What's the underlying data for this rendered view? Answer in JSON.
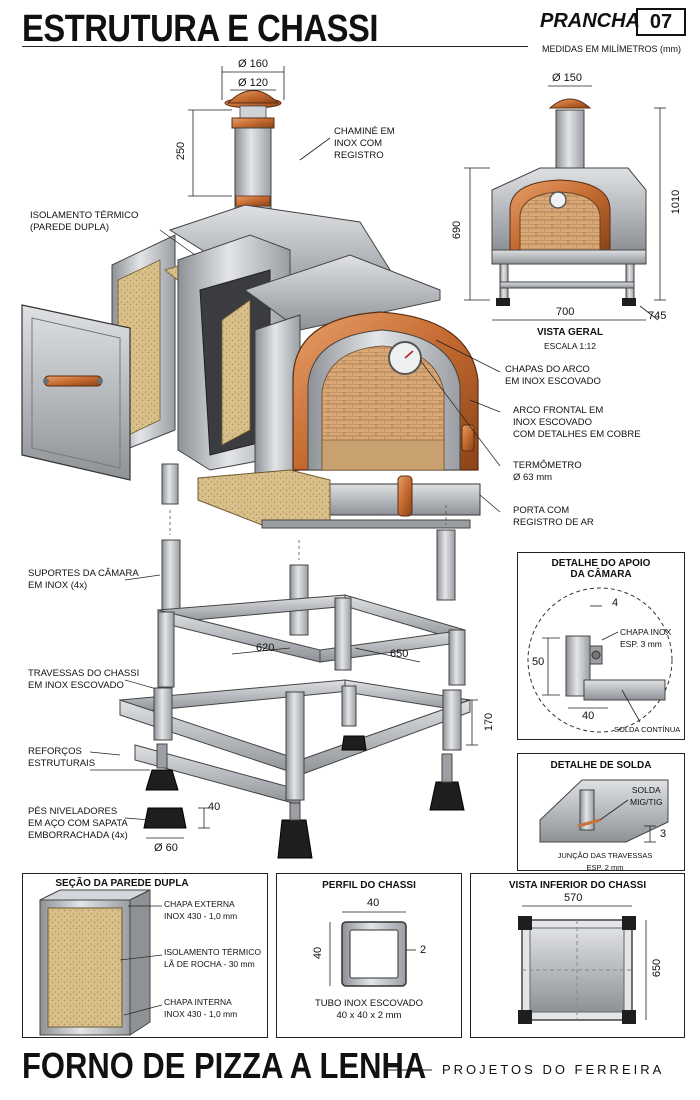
{
  "header": {
    "title": "ESTRUTURA E CHASSI",
    "prancha_label": "PRANCHA",
    "prancha_number": "07",
    "units_note": "MEDIDAS EM MILÍMETROS (mm)"
  },
  "main_dims": {
    "chimney_outer": "Ø 160",
    "chimney_inner": "Ø 120",
    "chimney_height": "250",
    "chassis_width": "620",
    "chassis_depth": "650",
    "leg_height": "170",
    "foot_height": "40",
    "foot_diameter": "Ø 60"
  },
  "callouts": {
    "chimney": [
      "CHAMINÉ EM",
      "INOX COM",
      "REGISTRO"
    ],
    "insulation": [
      "ISOLAMENTO TÉRMICO",
      "(PAREDE DUPLA)"
    ],
    "arch_plates": [
      "CHAPAS DO ARCO",
      "EM INOX ESCOVADO"
    ],
    "front_arch": [
      "ARCO FRONTAL EM",
      "INOX ESCOVADO",
      "COM DETALHES EM COBRE"
    ],
    "thermometer": [
      "TERMÔMETRO",
      "Ø 63 mm"
    ],
    "door": [
      "PORTA COM",
      "REGISTRO DE AR"
    ],
    "chamber_supports": [
      "SUPORTES DA CÂMARA",
      "EM INOX (4x)"
    ],
    "chassis_beams": [
      "TRAVESSAS DO CHASSI",
      "EM INOX ESCOVADO"
    ],
    "reinforcements": [
      "REFORÇOS",
      "ESTRUTURAIS"
    ],
    "feet": [
      "PÉS NIVELADORES",
      "EM AÇO COM SAPATA",
      "EMBORRACHADA (4x)"
    ]
  },
  "overview": {
    "chimney_diameter": "Ø 150",
    "height_oven": "690",
    "height_total": "1010",
    "width": "700",
    "depth": "745",
    "title": "VISTA GERAL",
    "scale": "ESCALA 1:12"
  },
  "detail_support": {
    "title": [
      "DETALHE DO APOIO",
      "DA CÂMARA"
    ],
    "dim_thickness": "4",
    "dim_height": "50",
    "dim_width": "40",
    "plate_note": [
      "CHAPA INOX",
      "ESP. 3 mm"
    ],
    "weld_note": "SOLDA CONTÍNUA"
  },
  "detail_weld": {
    "title": "DETALHE DE SOLDA",
    "weld_type": [
      "SOLDA",
      "MIG/TIG"
    ],
    "dim": "3",
    "note": [
      "JUNÇÃO DAS TRAVESSAS",
      "ESP. 2 mm"
    ]
  },
  "section_wall": {
    "title": "SEÇÃO DA PAREDE DUPLA",
    "outer": [
      "CHAPA EXTERNA",
      "INOX 430 - 1,0 mm"
    ],
    "insulation": [
      "ISOLAMENTO TÉRMICO",
      "LÃ DE ROCHA - 30 mm"
    ],
    "inner": [
      "CHAPA INTERNA",
      "INOX 430 - 1,0 mm"
    ]
  },
  "section_profile": {
    "title": "PERFIL DO CHASSI",
    "width": "40",
    "height": "40",
    "thickness": "2",
    "caption": [
      "TUBO INOX ESCOVADO",
      "40 x 40 x 2 mm"
    ]
  },
  "section_bottom": {
    "title": "VISTA INFERIOR DO CHASSI",
    "width": "570",
    "depth": "650"
  },
  "footer": {
    "title": "FORNO DE PIZZA A LENHA",
    "brand": "PROJETOS DO FERREIRA"
  },
  "colors": {
    "steel": "#b9bcc0",
    "steel_dark": "#7d8186",
    "copper": "#c8733a",
    "insulation": "#d9c08a",
    "brick": "#d8a877",
    "rubber": "#1e1e1e"
  }
}
